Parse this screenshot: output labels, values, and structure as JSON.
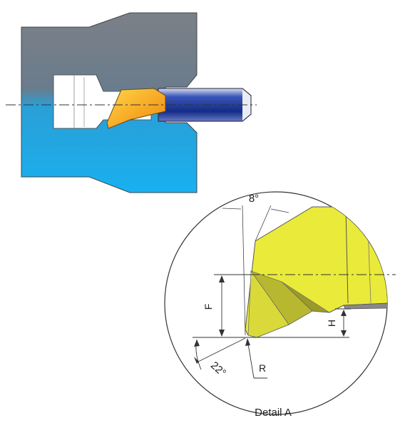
{
  "detail": {
    "angle_top": "8°",
    "angle_bottom": "22°",
    "dim_f": "F",
    "dim_h": "H",
    "radius": "R",
    "caption": "Detail A"
  },
  "colors": {
    "workpiece_top": "#7c8188",
    "workpiece_bottom": "#1aa6e8",
    "insert_yellow": "#eaea3c",
    "insert_orange": "#f5a623",
    "shank_blue": "#1f3c9a"
  }
}
